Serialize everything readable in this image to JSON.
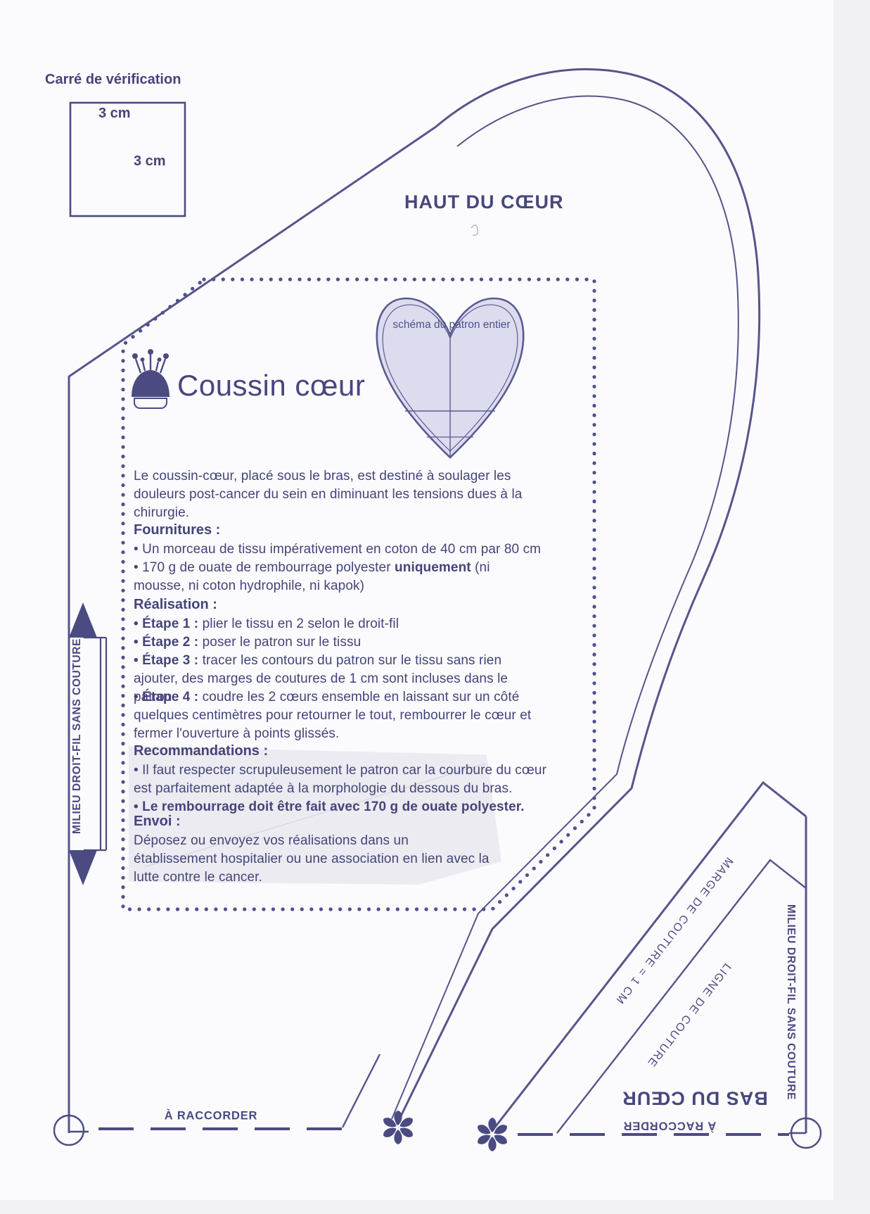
{
  "colors": {
    "ink": "#4b4b82",
    "line": "#55558c",
    "dotted": "#51518a",
    "heart_fill": "#dcdcef",
    "highlight": "#ebebf1"
  },
  "verification": {
    "label": "Carré de vérification",
    "top_dim": "3 cm",
    "side_dim": "3 cm"
  },
  "haut_label": "HAUT DU CŒUR",
  "heart_caption": "schéma du patron entier",
  "box": {
    "title": "Coussin cœur",
    "intro": "Le coussin-cœur, placé sous le bras, est destiné à soulager les douleurs post-cancer du sein en diminuant les tensions dues à la chirurgie.",
    "fournitures": {
      "heading": "Fournitures :",
      "item1": "• Un morceau de tissu impérativement en coton de 40 cm par 80 cm",
      "item2_pre": "• 170 g de ouate de rembourrage polyester ",
      "item2_bold": "uniquement",
      "item2_post": " (ni mousse, ni coton hydrophile, ni kapok)"
    },
    "realisation": {
      "heading": "Réalisation :",
      "steps": [
        {
          "label": "• Étape 1 :",
          "text": " plier le tissu en 2 selon le droit-fil"
        },
        {
          "label": "• Étape 2 :",
          "text": " poser le patron sur le tissu"
        },
        {
          "label": "• Étape 3 :",
          "text": " tracer les contours du patron sur le tissu sans rien ajouter, des marges de coutures de 1 cm sont incluses dans le patron"
        },
        {
          "label": "• Étape 4 :",
          "text": " coudre les 2 cœurs ensemble en laissant sur un côté quelques centimètres pour retourner le tout, rembourrer le cœur et fermer l'ouverture à points glissés."
        }
      ]
    },
    "recommandations": {
      "heading": "Recommandations :",
      "item1": "• Il faut respecter scrupuleusement le patron car la courbure du cœur est parfaitement adaptée à la morphologie du dessous du bras.",
      "item2": "• Le rembourrage doit être fait avec 170 g de ouate polyester."
    },
    "envoi": {
      "heading": "Envoi :",
      "text": "Déposez ou envoyez vos réalisations dans un établissement hospitalier ou une association en lien avec la lutte contre le cancer."
    }
  },
  "pattern": {
    "milieu_left": "MILIEU DROIT-FIL SANS COUTURE",
    "milieu_right": "MILIEU DROIT-FIL SANS COUTURE",
    "raccorder_left": "À RACCORDER",
    "raccorder_right": "À RACCORDER",
    "bas_label": "BAS DU CŒUR",
    "marge_label": "MARGE DE COUTURE = 1 CM",
    "ligne_label": "LIGNE DE COUTURE"
  }
}
